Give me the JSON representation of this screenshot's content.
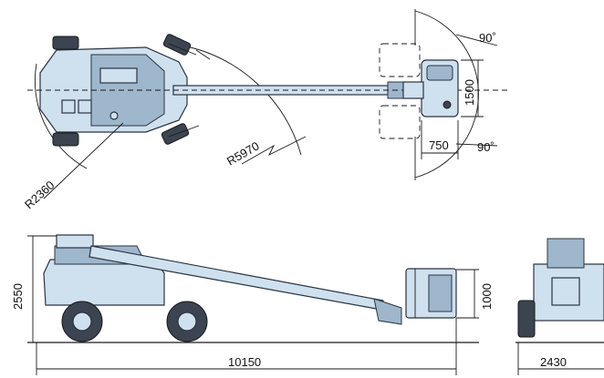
{
  "dimensions": {
    "turn_radius_inner": "R2360",
    "turn_radius_outer": "R5970",
    "platform_rotation_top": "90˚",
    "platform_rotation_bottom": "90˚",
    "platform_width": "1500",
    "platform_depth": "750",
    "stowed_height": "2550",
    "platform_rail_height": "1000",
    "stowed_length": "10150",
    "machine_width": "2430"
  },
  "colors": {
    "machine_body": "#cfe0ef",
    "machine_shadow": "#9fb7cc",
    "tires": "#3b4450",
    "lines": "#1a1a1a"
  }
}
